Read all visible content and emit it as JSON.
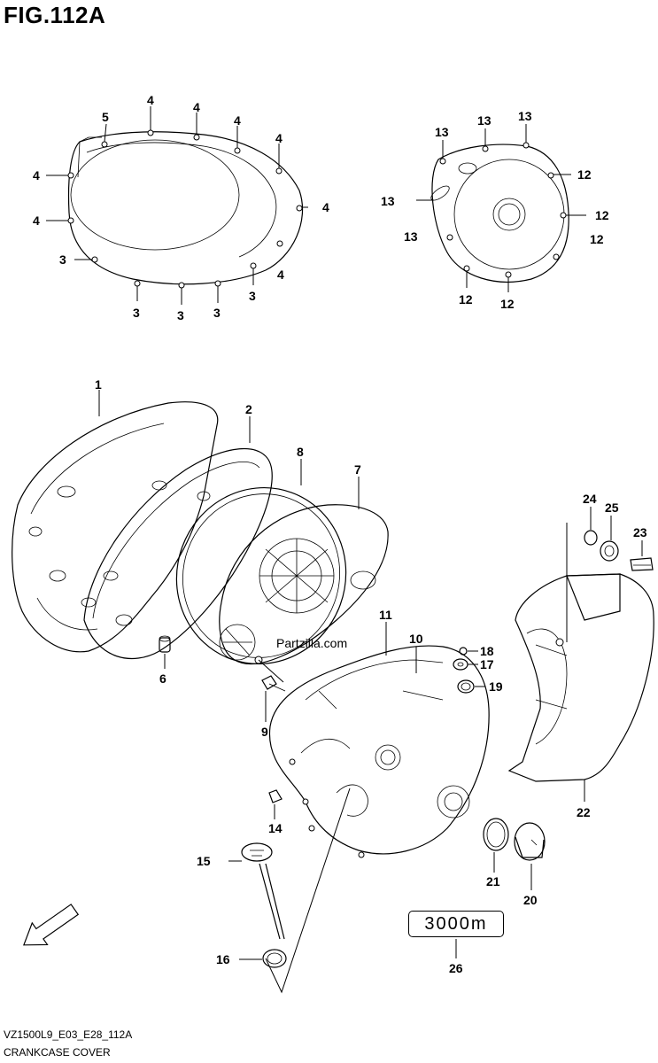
{
  "figure": {
    "title": "FIG.112A",
    "code": "VZ1500L9_E03_E28_112A",
    "name": "CRANKCASE COVER",
    "watermark": "Partzilla.com",
    "odometer_text": "3000m",
    "fwd_label": "FWD"
  },
  "labels": {
    "l1": "1",
    "l2": "2",
    "l3a": "3",
    "l3b": "3",
    "l3c": "3",
    "l3d": "3",
    "l3e": "3",
    "l4a": "4",
    "l4b": "4",
    "l4c": "4",
    "l4d": "4",
    "l4e": "4",
    "l4f": "4",
    "l4g": "4",
    "l4h": "4",
    "l5": "5",
    "l6": "6",
    "l7": "7",
    "l8": "8",
    "l9": "9",
    "l10": "10",
    "l11": "11",
    "l12a": "12",
    "l12b": "12",
    "l12c": "12",
    "l12d": "12",
    "l12e": "12",
    "l13a": "13",
    "l13b": "13",
    "l13c": "13",
    "l13d": "13",
    "l13e": "13",
    "l14": "14",
    "l15": "15",
    "l16": "16",
    "l17": "17",
    "l18": "18",
    "l19": "19",
    "l20": "20",
    "l21": "21",
    "l22": "22",
    "l23": "23",
    "l24": "24",
    "l25": "25",
    "l26": "26"
  }
}
